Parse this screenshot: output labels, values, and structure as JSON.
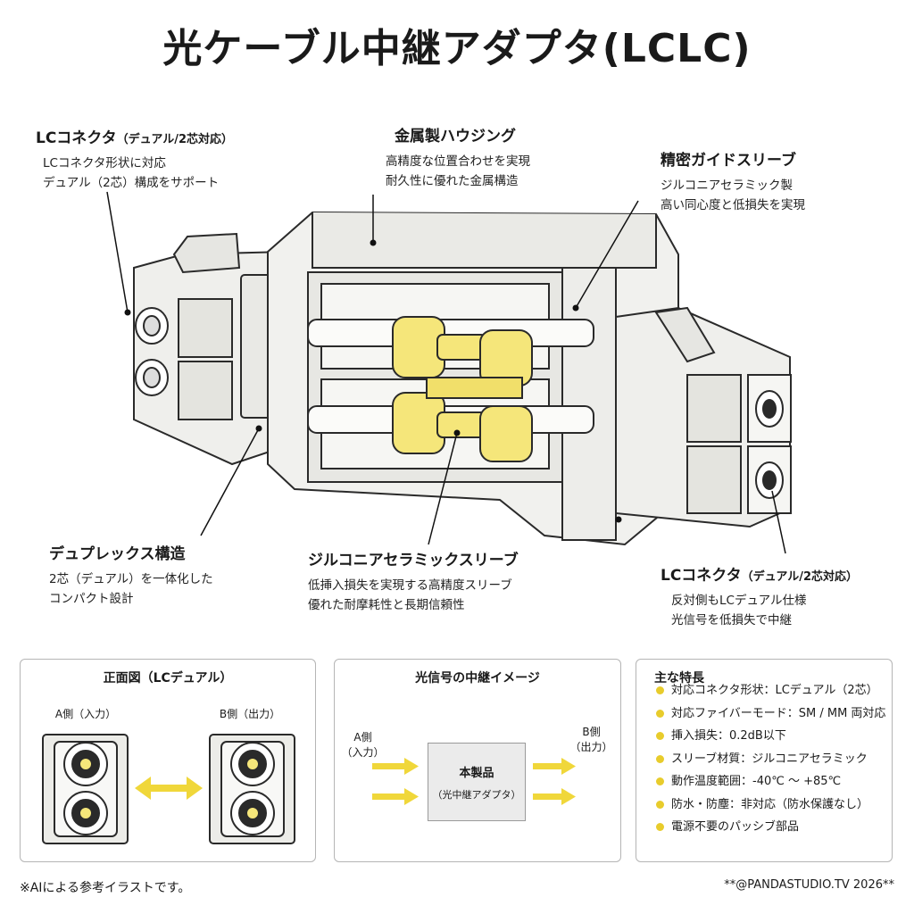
{
  "title": "光ケーブル中継アダプタ(LCLC)",
  "callouts": {
    "lc_left": {
      "heading": "LCコネクタ",
      "heading_sub": "（デュアル/2芯対応）",
      "lines": [
        "LCコネクタ形状に対応",
        "デュアル（2芯）構成をサポート"
      ]
    },
    "housing": {
      "heading": "金属製ハウジング",
      "lines": [
        "高精度な位置合わせを実現",
        "耐久性に優れた金属構造"
      ]
    },
    "guide": {
      "heading": "精密ガイドスリーブ",
      "lines": [
        "ジルコニアセラミック製",
        "高い同心度と低損失を実現"
      ]
    },
    "duplex": {
      "heading": "デュプレックス構造",
      "lines": [
        "2芯（デュアル）を一体化した",
        "コンパクト設計"
      ]
    },
    "sleeve": {
      "heading": "ジルコニアセラミックスリーブ",
      "lines": [
        "低挿入損失を実現する高精度スリーブ",
        "優れた耐摩耗性と長期信頼性"
      ]
    },
    "lc_right": {
      "heading": "LCコネクタ",
      "heading_sub": "（デュアル/2芯対応）",
      "lines": [
        "反対側もLCデュアル仕様",
        "光信号を低損失で中継"
      ]
    }
  },
  "panel_front": {
    "title": "正面図（LCデュアル）",
    "side_a": "A側（入力）",
    "side_b": "B側（出力）"
  },
  "panel_signal": {
    "title": "光信号の中継イメージ",
    "side_a": [
      "A側",
      "（入力）"
    ],
    "side_b": [
      "B側",
      "（出力）"
    ],
    "product": "本製品",
    "product_sub": "（光中継アダプタ）"
  },
  "panel_features": {
    "title": "主な特長",
    "items": [
      "対応コネクタ形状：LCデュアル（2芯）",
      "対応ファイバーモード：SM / MM 両対応",
      "挿入損失：0.2dB以下",
      "スリーブ材質：ジルコニアセラミック",
      "動作温度範囲：-40℃ 〜 +85℃",
      "防水・防塵：非対応（防水保護なし）",
      "電源不要のパッシブ部品"
    ]
  },
  "colors": {
    "sleeve": "#f5e67a",
    "arrow": "#f0d73a",
    "bullet": "#e8cc2c",
    "housing": "#f1f1ee"
  },
  "footer": {
    "note": "※AIによる参考イラストです。",
    "credit": "**@PANDASTUDIO.TV 2026**"
  }
}
